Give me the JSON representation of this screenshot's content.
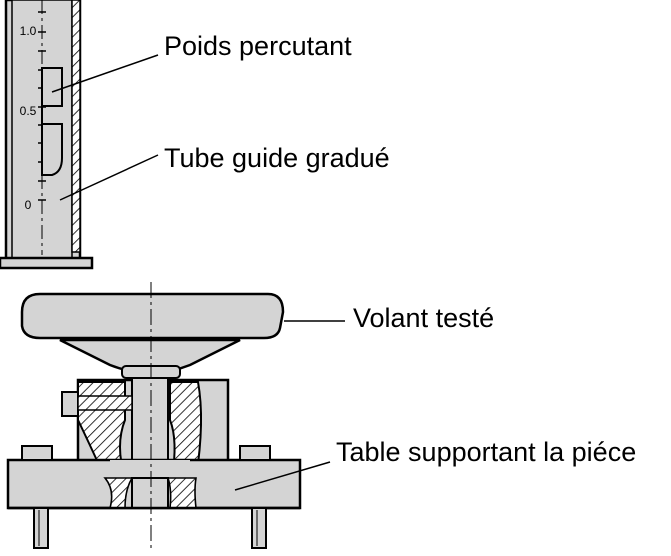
{
  "labels": {
    "weight": "Poids percutant",
    "tube": "Tube guide gradué",
    "handwheel": "Volant testé",
    "table": "Table supportant la piéce"
  },
  "scale": {
    "marks": [
      "1.0",
      "0.5",
      "0"
    ]
  },
  "colors": {
    "fill": "#d4d4d4",
    "stroke": "#000000",
    "background": "#ffffff"
  }
}
